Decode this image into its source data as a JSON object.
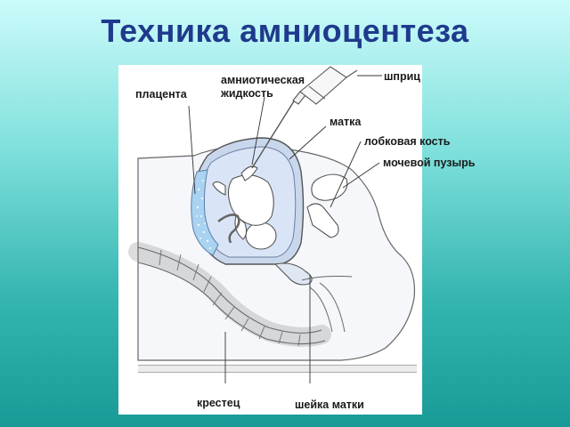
{
  "slide": {
    "title": "Техника амниоцентеза"
  },
  "diagram": {
    "labels": {
      "placenta": "плацента",
      "amniotic_fluid_line1": "амниотическая",
      "amniotic_fluid_line2": "жидкость",
      "syringe": "шприц",
      "uterus": "матка",
      "pubic_bone": "лобковая кость",
      "bladder": "мочевой пузырь",
      "sacrum": "крестец",
      "cervix": "шейка матки"
    },
    "colors": {
      "title": "#1f3a8c",
      "amniotic_fluid": "#d9e5f7",
      "placenta": "#a9d3f0",
      "outline": "#555555",
      "background_top": "#ccfbfb",
      "background_bottom": "#1a9a96"
    }
  }
}
